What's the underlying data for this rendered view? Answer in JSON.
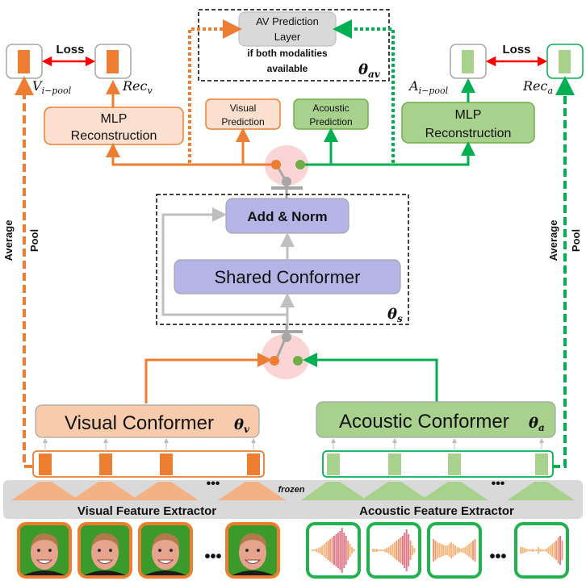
{
  "colors": {
    "visual": "#ed7d31",
    "visual_fill": "#f8cbad",
    "visual_light": "#f4b183",
    "acoustic": "#00b050",
    "acoustic_fill": "#a9d18e",
    "shared": "#b4b4e6",
    "gray": "#bfbfbf",
    "loss": "#ff0000",
    "switch_bg": "#fbd5d5"
  },
  "top": {
    "av_layer": {
      "line1": "AV Prediction",
      "line2": "Layer",
      "note1": "if both modalities",
      "note2": "available",
      "param": "θ",
      "param_sub": "av"
    },
    "visual_loss": {
      "label": "Loss",
      "left_label": "V",
      "left_sub": "i−pool",
      "right_label": "Rec",
      "right_sub": "v"
    },
    "acoustic_loss": {
      "label": "Loss",
      "left_label": "A",
      "left_sub": "i−pool",
      "right_label": "Rec",
      "right_sub": "a"
    },
    "visual_mlp": {
      "line1": "MLP",
      "line2": "Reconstruction"
    },
    "acoustic_mlp": {
      "line1": "MLP",
      "line2": "Reconstruction"
    },
    "visual_prediction": {
      "line1": "Visual",
      "line2": "Prediction"
    },
    "acoustic_prediction": {
      "line1": "Acoustic",
      "line2": "Prediction"
    }
  },
  "shared": {
    "add_norm": "Add & Norm",
    "conformer": "Shared Conformer",
    "param": "θ",
    "param_sub": "s"
  },
  "side": {
    "left_pool": {
      "line1": "Average",
      "line2": "Pool"
    },
    "right_pool": {
      "line1": "Average",
      "line2": "Pool"
    }
  },
  "encoders": {
    "visual": {
      "label": "Visual Conformer",
      "param": "θ",
      "param_sub": "v"
    },
    "acoustic": {
      "label": "Acoustic Conformer",
      "param": "θ",
      "param_sub": "a"
    }
  },
  "extractors": {
    "frozen": "frozen",
    "visual": "Visual Feature Extractor",
    "acoustic": "Acoustic Feature Extractor",
    "ellipsis": "•••"
  },
  "inputs": {
    "visual_frames": [
      "face-frame-1",
      "face-frame-2",
      "face-frame-3",
      "face-frame-n"
    ],
    "audio_frames": [
      "waveform-1",
      "waveform-2",
      "waveform-3",
      "waveform-n"
    ]
  }
}
